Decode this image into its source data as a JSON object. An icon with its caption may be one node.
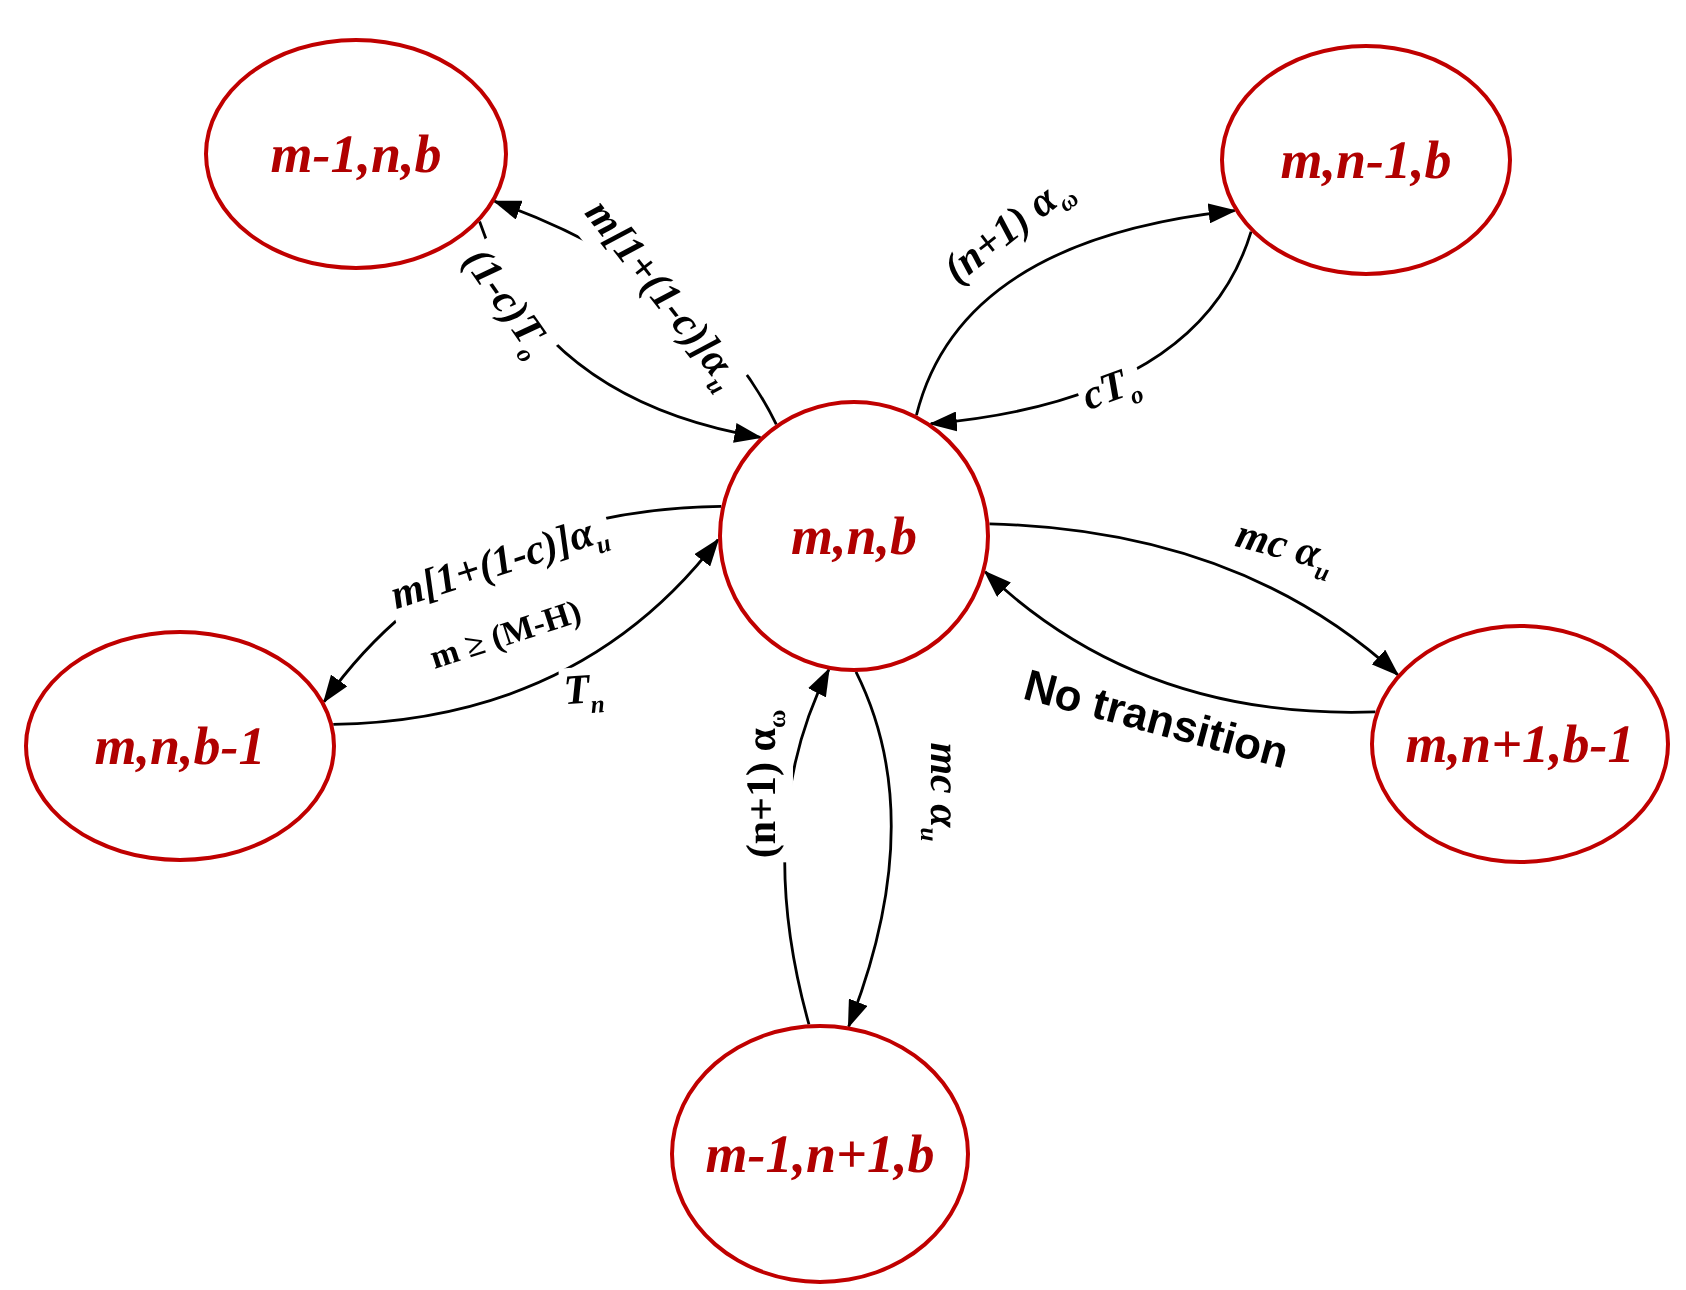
{
  "diagram": {
    "nodes": [
      {
        "text": [
          "m-1,n,b"
        ]
      },
      {
        "text": [
          "m,n-1,b"
        ]
      },
      {
        "text": [
          "m,n,b"
        ]
      },
      {
        "text": [
          "m,n,b-1"
        ]
      },
      {
        "text": [
          "m,n+1,b-1"
        ]
      },
      {
        "text": [
          "m-1,n+1,b"
        ]
      }
    ],
    "edges": [
      {
        "from": 2,
        "to": 0,
        "arrow": "to",
        "label": "m[1+(1-c)]α$_{u}$"
      },
      {
        "from": 0,
        "to": 2,
        "arrow": "to",
        "label": "(1-c)T$_{o}$"
      },
      {
        "from": 2,
        "to": 1,
        "arrow": "to",
        "label": "(n+1) α$_{ω}$"
      },
      {
        "from": 1,
        "to": 2,
        "arrow": "to",
        "label": "cT$_{o}$"
      },
      {
        "from": 2,
        "to": 3,
        "arrow": "to",
        "label": "m[1+(1-c)]α$_{u}$"
      },
      {
        "from": 3,
        "to": 2,
        "arrow": "to",
        "label": "T$_{n}$"
      },
      {
        "from": 2,
        "to": 4,
        "arrow": "to",
        "label": "mc α$_{u}$"
      },
      {
        "from": 4,
        "to": 2,
        "arrow": "to",
        "label": "No transition"
      },
      {
        "from": 2,
        "to": 5,
        "arrow": "to",
        "label": "mc α$_{u}$"
      },
      {
        "from": 5,
        "to": 2,
        "arrow": "to",
        "label": "(n+1) α$_{ω}$"
      }
    ],
    "labels": [
      "m ≥ (M-H)"
    ]
  }
}
